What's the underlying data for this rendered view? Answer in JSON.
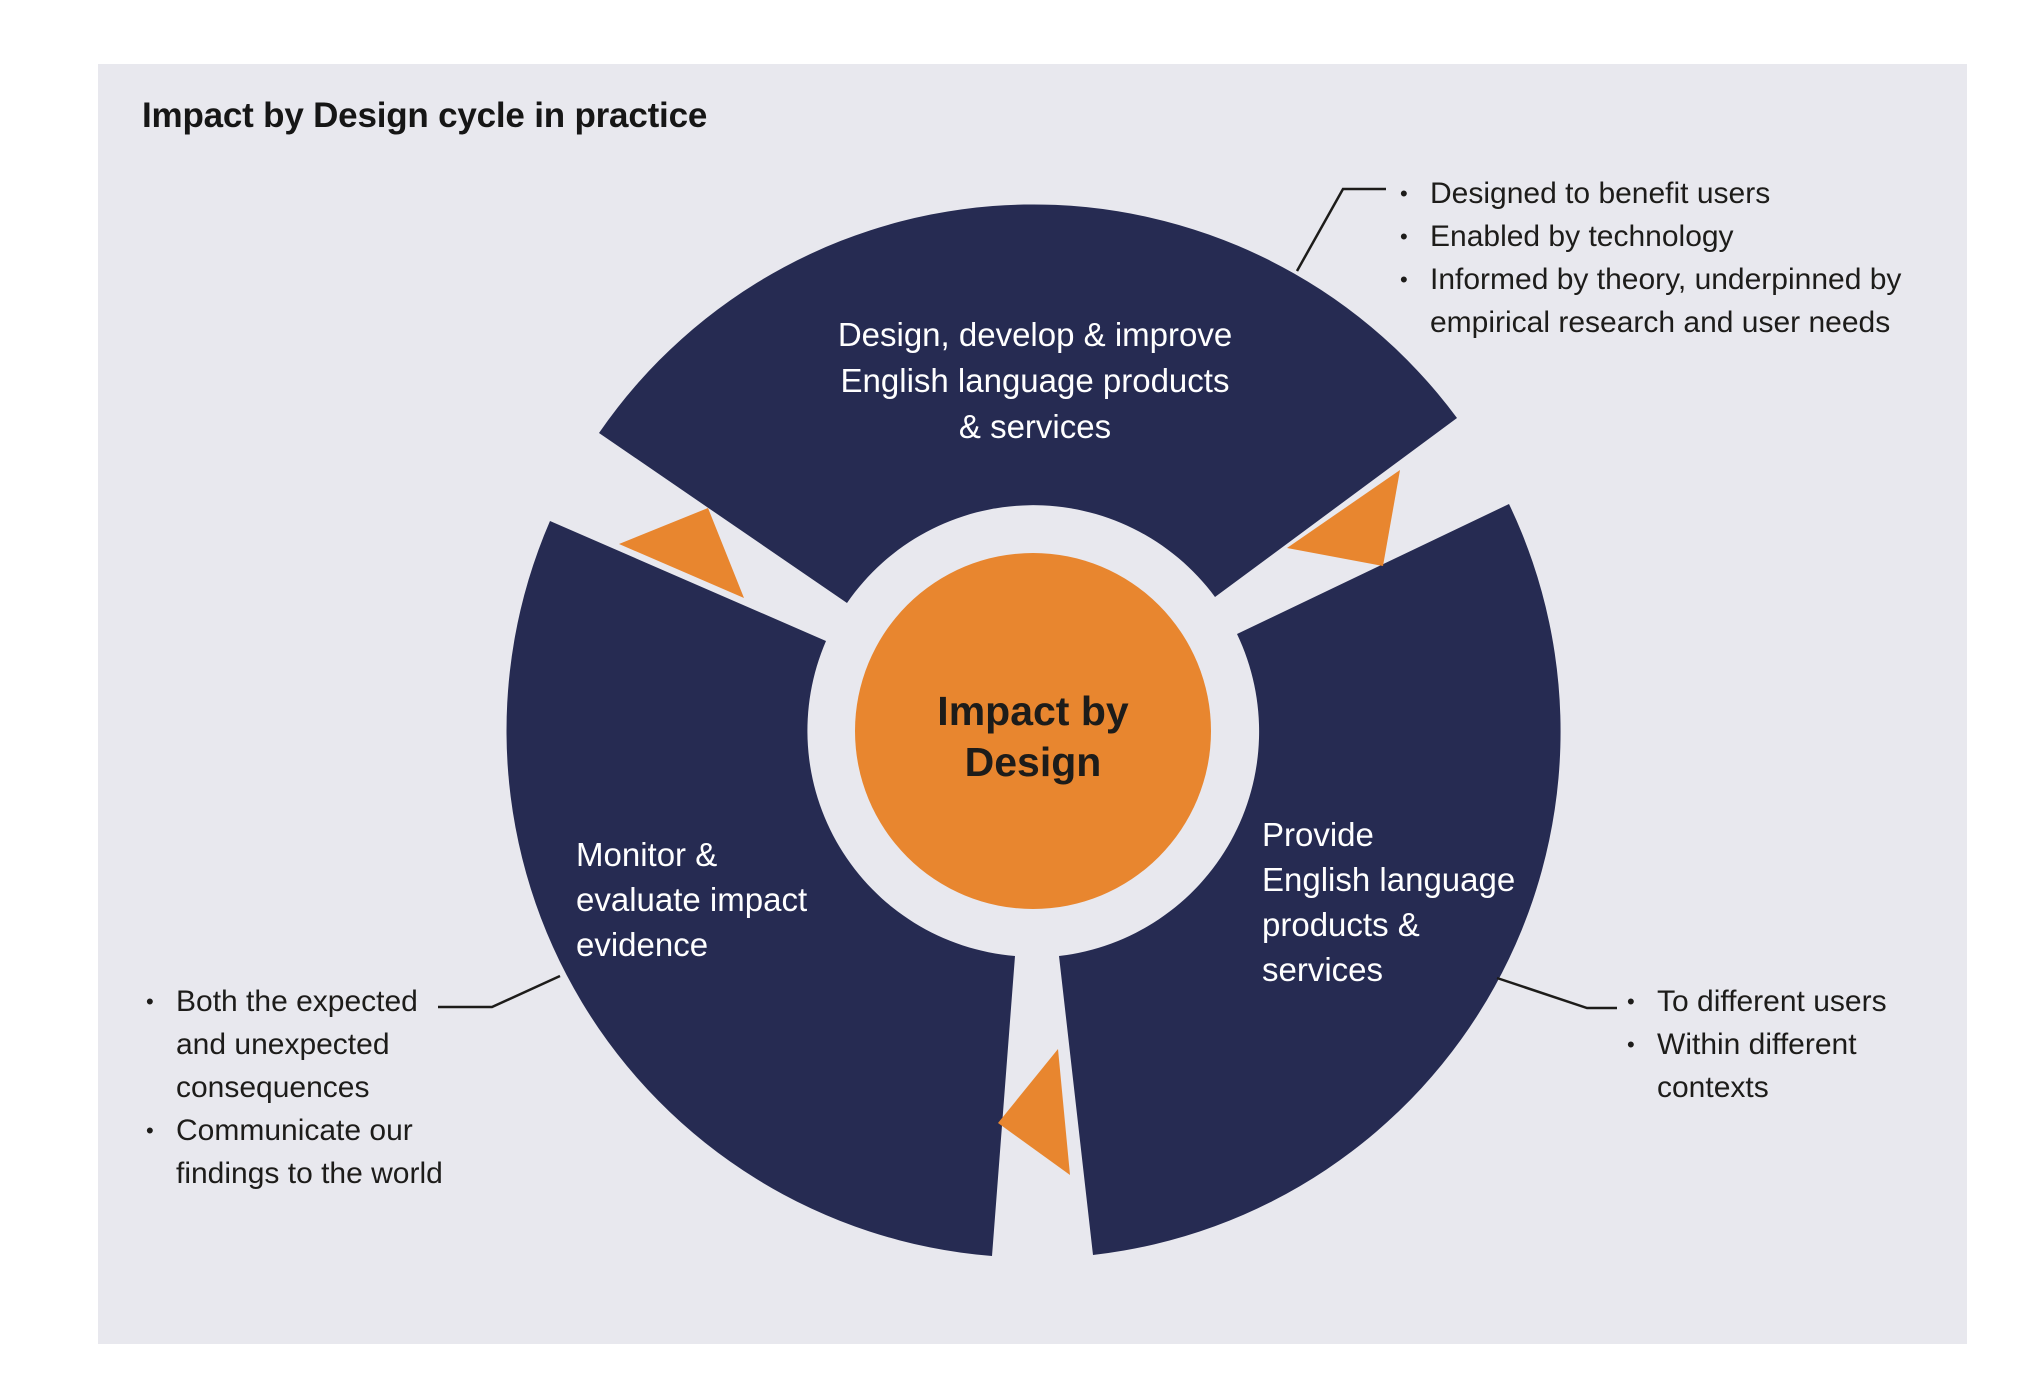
{
  "title": "Impact by Design cycle in practice",
  "colors": {
    "navy": "#262b52",
    "orange": "#e8862f",
    "panel_bg": "#e8e8ee",
    "page_bg": "#ffffff",
    "text_dark": "#1d1c1a",
    "text_light": "#ffffff",
    "connector_line": "#1d1c1a"
  },
  "center_label": "Impact by\nDesign",
  "segments": {
    "top": {
      "label": "Design, develop & improve\nEnglish language products\n& services"
    },
    "right": {
      "label": "Provide\nEnglish language\nproducts &\nservices"
    },
    "left": {
      "label": "Monitor &\nevaluate impact\nevidence"
    }
  },
  "callouts": {
    "top_right": {
      "items": [
        "Designed to benefit users",
        "Enabled by technology",
        "Informed by theory, underpinned by\nempirical research and user needs"
      ]
    },
    "right": {
      "items": [
        "To different users",
        "Within different\ncontexts"
      ]
    },
    "bottom_left": {
      "items": [
        "Both the expected\nand unexpected\nconsequences",
        "Communicate our\nfindings to the world"
      ]
    }
  }
}
